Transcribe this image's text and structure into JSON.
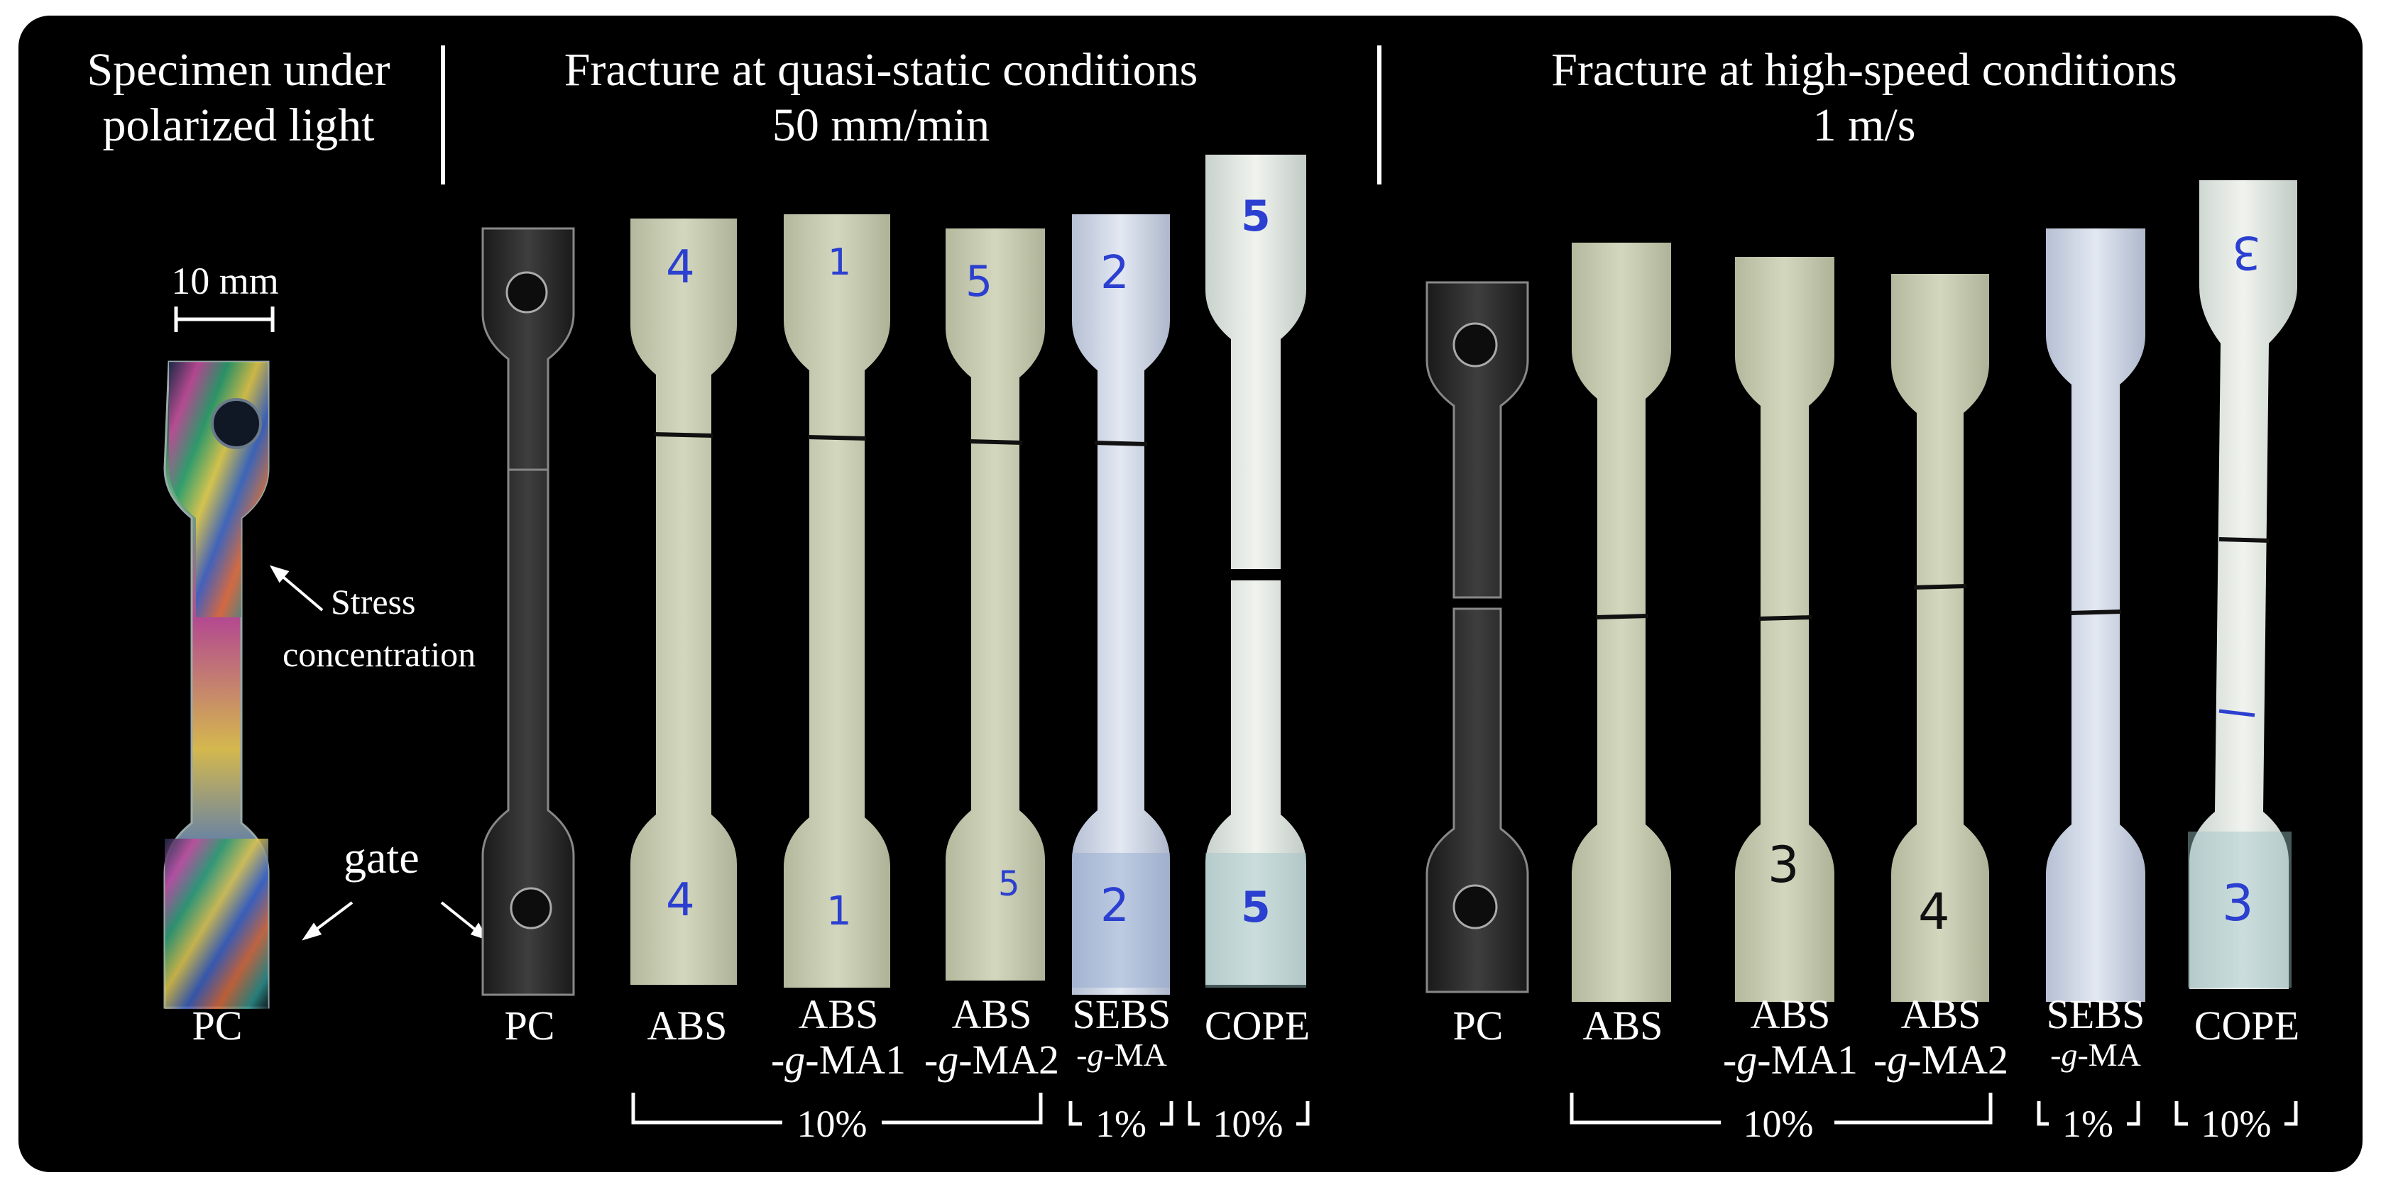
{
  "headers": {
    "polarized": [
      "Specimen under",
      "polarized light"
    ],
    "quasi_static": [
      "Fracture at quasi-static conditions",
      "50 mm/min"
    ],
    "high_speed": [
      "Fracture at high-speed conditions",
      "1 m/s"
    ]
  },
  "scale_bar": "10 mm",
  "annotations": {
    "stress_line1": "Stress",
    "stress_line2": "concentration",
    "gate": "gate"
  },
  "specimens": {
    "polarized": {
      "label": "PC"
    },
    "quasi_static": [
      {
        "label": "PC",
        "label2": "",
        "mark_top": "",
        "mark_bottom": ""
      },
      {
        "label": "ABS",
        "label2": "",
        "mark_top": "4",
        "mark_bottom": "4"
      },
      {
        "label": "ABS",
        "label2": "-g-MA1",
        "mark_top": "1",
        "mark_bottom": "1"
      },
      {
        "label": "ABS",
        "label2": "-g-MA2",
        "mark_top": "5",
        "mark_bottom": "5"
      },
      {
        "label": "SEBS",
        "label2": "-g-MA",
        "mark_top": "2",
        "mark_bottom": "2"
      },
      {
        "label": "COPE",
        "label2": "",
        "mark_top": "5",
        "mark_bottom": "5"
      }
    ],
    "high_speed": [
      {
        "label": "PC",
        "label2": "",
        "mark_top": "",
        "mark_bottom": ""
      },
      {
        "label": "ABS",
        "label2": "",
        "mark_top": "",
        "mark_bottom": ""
      },
      {
        "label": "ABS",
        "label2": "-g-MA1",
        "mark_top": "",
        "mark_bottom": "3"
      },
      {
        "label": "ABS",
        "label2": "-g-MA2",
        "mark_top": "",
        "mark_bottom": "4"
      },
      {
        "label": "SEBS",
        "label2": "-g-MA",
        "mark_top": "",
        "mark_bottom": ""
      },
      {
        "label": "COPE",
        "label2": "",
        "mark_top": "3",
        "mark_bottom": "3"
      }
    ]
  },
  "percentages": {
    "quasi_static": [
      "10%",
      "1%",
      "10%"
    ],
    "high_speed": [
      "10%",
      "1%",
      "10%"
    ]
  },
  "colors": {
    "background": "#000000",
    "text": "#ffffff",
    "abs_specimen": "#c9ceb4",
    "sebs_specimen": "#cdd6e6",
    "cope_specimen": "#dfe6e2",
    "pc_specimen": "#2a2a2a",
    "marker_ink": "#2b3fd0"
  }
}
